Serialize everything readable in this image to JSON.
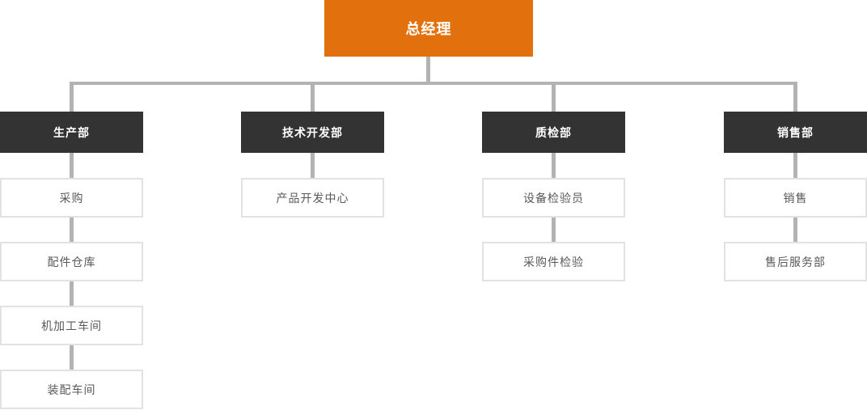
{
  "chart": {
    "type": "org-chart",
    "root": {
      "label": "总经理"
    },
    "columns": [
      {
        "header": "生产部",
        "children": [
          "采购",
          "配件仓库",
          "机加工车间",
          "装配车间"
        ]
      },
      {
        "header": "技术开发部",
        "children": [
          "产品开发中心"
        ]
      },
      {
        "header": "质检部",
        "children": [
          "设备检验员",
          "采购件检验"
        ]
      },
      {
        "header": "销售部",
        "children": [
          "销售",
          "售后服务部"
        ]
      }
    ],
    "colors": {
      "root_bg": "#e2700c",
      "root_text": "#ffffff",
      "header_bg": "#333333",
      "header_text": "#ffffff",
      "node_bg": "#ffffff",
      "node_border": "#e2e2e2",
      "node_text": "#595959",
      "connector": "#b3b3b3",
      "background": "#ffffff"
    }
  }
}
